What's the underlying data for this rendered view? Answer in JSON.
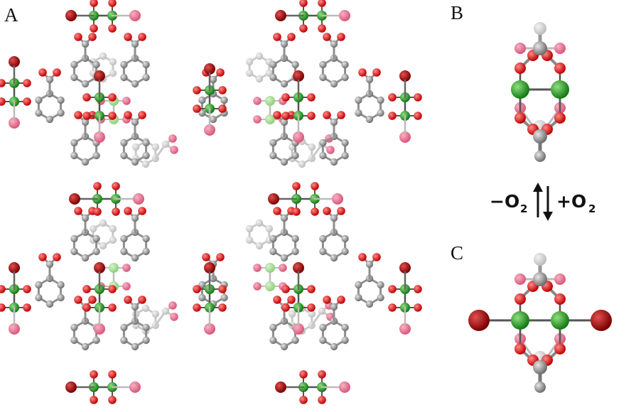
{
  "panels": {
    "a": "A",
    "b": "B",
    "c": "C"
  },
  "equilibrium": {
    "left_sign": "−O",
    "left_sub": "2",
    "right_sign": "+O",
    "right_sub": "2"
  },
  "colors": {
    "carbon": "#8e8e8e",
    "carbon_back": "#cfcfcf",
    "oxygen": "#e01010",
    "oxygen_back": "#e86a8a",
    "metal": "#20a020",
    "metal_back": "#9bd88a",
    "dioxygen": "#b01010",
    "bond": "#888888",
    "bond_back": "#c8c8c8",
    "metal_bond": "#555555"
  }
}
